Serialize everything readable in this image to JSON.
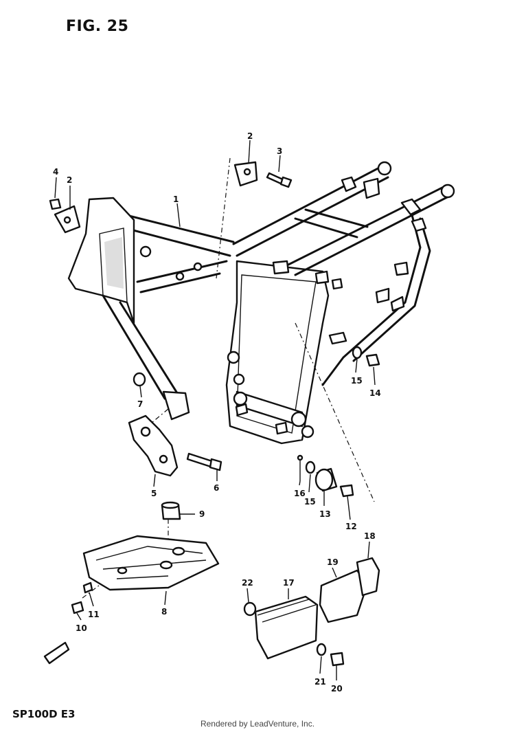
{
  "figure": {
    "title": "FIG. 25",
    "model_code": "SP100D E3",
    "credit": "Rendered by LeadVenture, Inc."
  },
  "callouts": [
    "1",
    "2",
    "2",
    "3",
    "4",
    "5",
    "6",
    "7",
    "8",
    "9",
    "10",
    "11",
    "12",
    "13",
    "14",
    "15",
    "15",
    "16",
    "17",
    "18",
    "19",
    "20",
    "21",
    "22"
  ]
}
